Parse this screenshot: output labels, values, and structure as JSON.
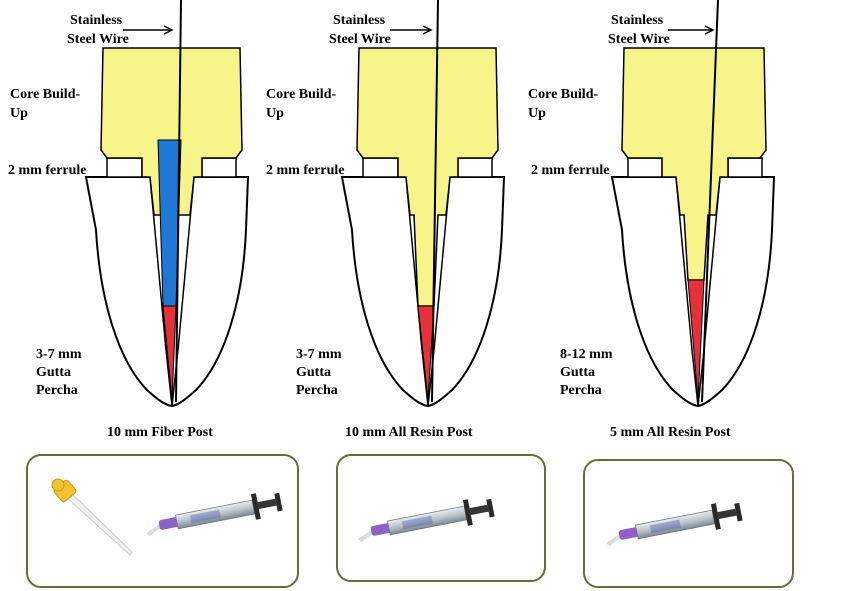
{
  "labels": {
    "wire_line1": "Stainless",
    "wire_line2": "Steel Wire",
    "core_line1": "Core Build-",
    "core_line2": "Up",
    "ferrule": "2 mm ferrule",
    "gutta_line2": "Gutta",
    "gutta_line3": "Percha"
  },
  "panels": [
    {
      "gutta_length": "3-7 mm",
      "caption": "10 mm Fiber Post"
    },
    {
      "gutta_length": "3-7 mm",
      "caption": "10 mm All Resin  Post"
    },
    {
      "gutta_length": "8-12 mm",
      "caption": "5 mm All Resin Post"
    }
  ],
  "colors": {
    "core": "#f7f58a",
    "fiber_post": "#1f78d6",
    "gutta_percha": "#e8303a",
    "outline": "#000000",
    "product_box_border": "#6b6b3a"
  },
  "icons": {
    "panel_1_products": [
      "dropper-tip-icon",
      "syringe-icon"
    ],
    "panel_2_products": [
      "syringe-icon"
    ],
    "panel_3_products": [
      "syringe-icon"
    ]
  }
}
